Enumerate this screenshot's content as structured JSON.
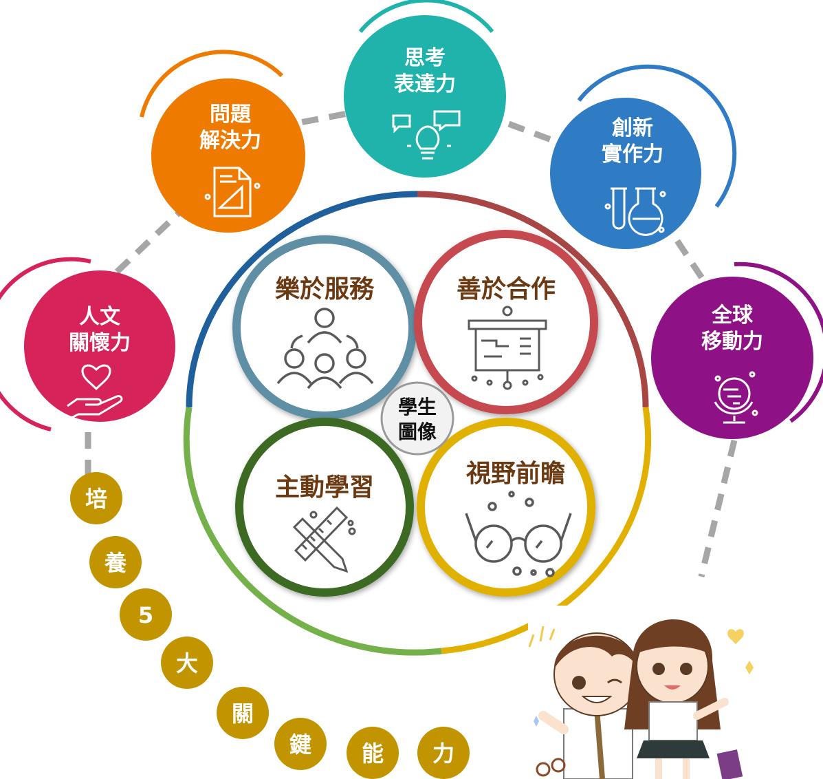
{
  "center_label": {
    "line1": "學生",
    "line2": "圖像"
  },
  "student_images": [
    {
      "id": "service",
      "label": "樂於服務",
      "icon": "people-network-icon",
      "color": "#5e8fa4"
    },
    {
      "id": "cooperation",
      "label": "善於合作",
      "icon": "presentation-board-icon",
      "color": "#c54a4f"
    },
    {
      "id": "active-learning",
      "label": "主動學習",
      "icon": "pencil-ruler-icon",
      "color": "#3e6b24"
    },
    {
      "id": "vision",
      "label": "視野前瞻",
      "icon": "eyeglasses-icon",
      "color": "#e0b100"
    }
  ],
  "competencies": [
    {
      "id": "humanity",
      "line1": "人文",
      "line2": "關懷力",
      "icon": "heart-hand-icon",
      "color": "#d6245a"
    },
    {
      "id": "problem",
      "line1": "問題",
      "line2": "解決力",
      "icon": "document-geometry-icon",
      "color": "#ef7a00"
    },
    {
      "id": "thinking",
      "line1": "思考",
      "line2": "表達力",
      "icon": "lightbulb-chat-icon",
      "color": "#1fb3ac"
    },
    {
      "id": "innovation",
      "line1": "創新",
      "line2": "實作力",
      "icon": "flask-icon",
      "color": "#2f7cc4"
    },
    {
      "id": "global",
      "line1": "全球",
      "line2": "移動力",
      "icon": "globe-icon",
      "color": "#8e1286"
    }
  ],
  "slogan": [
    "培",
    "養",
    "5",
    "大",
    "關",
    "鍵",
    "能",
    "力"
  ],
  "colors": {
    "slogan": "#c19400",
    "center_text": "#6b3a12",
    "dash": "#a6a6a6"
  }
}
